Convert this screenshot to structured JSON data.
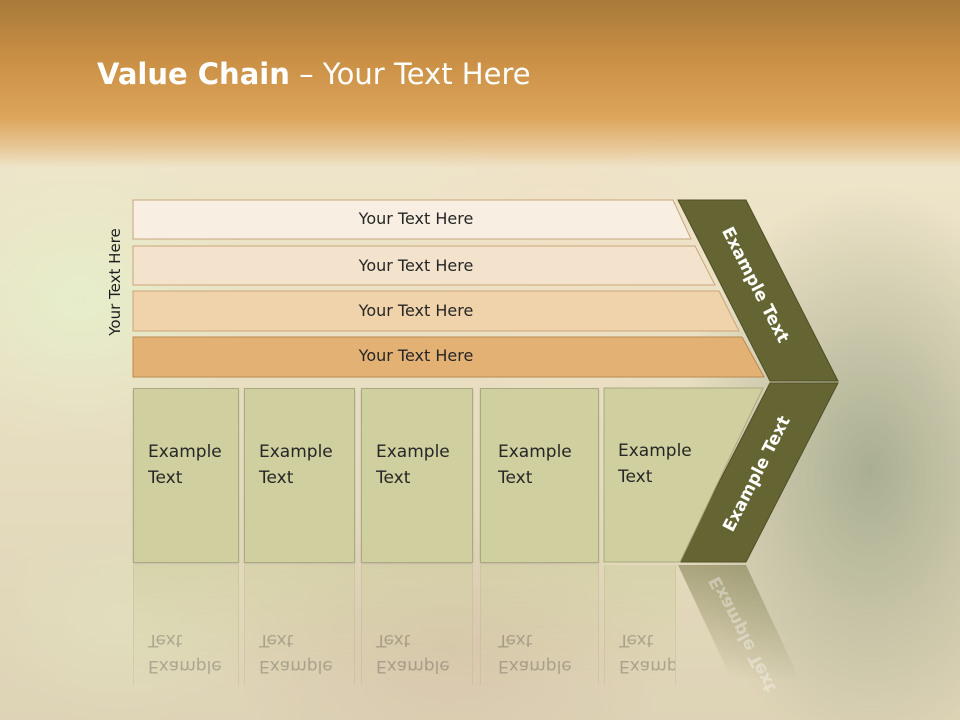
{
  "slide": {
    "title_bold": "Value Chain",
    "title_rest": " – Your Text Here",
    "side_label": "Your Text Here",
    "rows": [
      {
        "label": "Your Text Here"
      },
      {
        "label": "Your Text Here"
      },
      {
        "label": "Your Text Here"
      },
      {
        "label": "Your Text Here"
      }
    ],
    "boxes": [
      {
        "line1": "Example",
        "line2": "Text"
      },
      {
        "line1": "Example",
        "line2": "Text"
      },
      {
        "line1": "Example",
        "line2": "Text"
      },
      {
        "line1": "Example",
        "line2": "Text"
      },
      {
        "line1": "Example",
        "line2": "Text"
      }
    ],
    "chevron_top_label": "Example Text",
    "chevron_bottom_label": "Example Text"
  },
  "colors": {
    "title_band": "#c98f45",
    "row_fills": [
      "#f8efe2",
      "#f4e3cc",
      "#f0d3aa",
      "#e3b173"
    ],
    "box_fill": "#cfcf9f",
    "chevron_fill": "#656533"
  }
}
